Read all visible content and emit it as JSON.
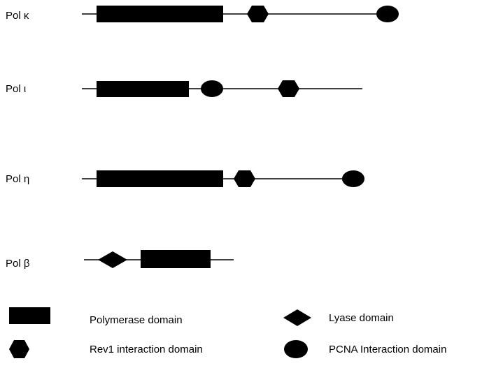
{
  "proteins": [
    {
      "label": "Pol κ"
    },
    {
      "label": "Pol ι"
    },
    {
      "label": "Pol η"
    },
    {
      "label": "Pol β"
    }
  ],
  "legend": {
    "polymerase": "Polymerase domain",
    "lyase": "Lyase domain",
    "rev1": "Rev1 interaction domain",
    "pcna": "PCNA Interaction domain"
  },
  "colors": {
    "domain_fill": "#000000",
    "line": "#000000",
    "background": "#ffffff"
  }
}
